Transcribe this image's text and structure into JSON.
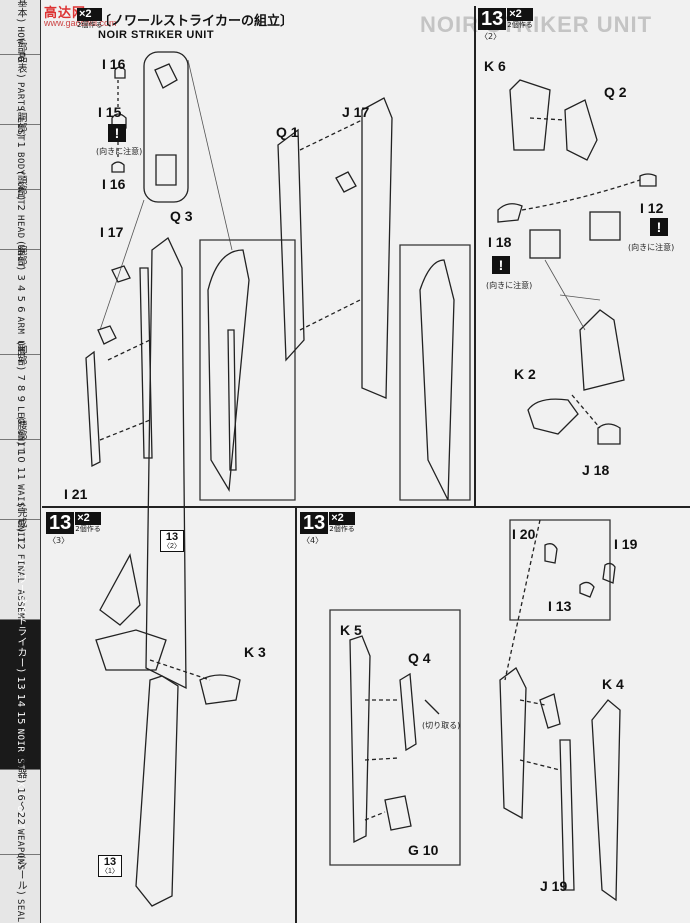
{
  "watermark": {
    "site": "高达网",
    "url": "www.gaoshui.com"
  },
  "header": {
    "step_qty": "×2",
    "step_qty_sub": "2個作る",
    "title_jp": "〔ノワールストライカーの組立〕",
    "title_en": "NOIR STRIKER UNIT",
    "bg_title": "NOIR STRIKER UNIT"
  },
  "tabs": [
    {
      "jp": "(基本)",
      "en": "HOW TO"
    },
    {
      "jp": "(部品表)",
      "en": "PARTS LIST"
    },
    {
      "jp": "(胴部) 1",
      "en": "BODY UNIT"
    },
    {
      "jp": "(頭部) 2",
      "en": "HEAD UNIT"
    },
    {
      "jp": "(腕部) 3 4 5 6",
      "en": "ARM UNIT"
    },
    {
      "jp": "(脚部) 7 8 9",
      "en": "LEG UNIT"
    },
    {
      "jp": "(腰部) 10 11",
      "en": "WAIST UNIT"
    },
    {
      "jp": "(完成) 12",
      "en": "FINAL ASSEMBLE"
    },
    {
      "jp": "(ノワールストライカー) 13 14 15",
      "en": "NOIR STRIKER UNIT"
    },
    {
      "jp": "(武器) 16〜22",
      "en": "WEAPONS"
    },
    {
      "jp": "(シール)",
      "en": "SEAL"
    }
  ],
  "steps": [
    {
      "num": "13",
      "sub": "〈2〉",
      "qty": "×2",
      "qty_sub": "2個作る"
    },
    {
      "num": "13",
      "sub": "〈3〉",
      "qty": "×2",
      "qty_sub": "2個作る"
    },
    {
      "num": "13",
      "sub": "〈4〉",
      "qty": "×2",
      "qty_sub": "2個作る"
    }
  ],
  "notes": {
    "direction": "(向きに注意)",
    "cut": "(切り取る)"
  },
  "part_labels": {
    "p1": "I 16",
    "p2": "I 15",
    "p3": "I 16",
    "p4": "I 17",
    "p5": "Q 3",
    "p6": "I 21",
    "p7": "Q 1",
    "p8": "J 17",
    "p9": "K 6",
    "p10": "Q 2",
    "p11": "I 12",
    "p12": "I 18",
    "p13": "K 2",
    "p14": "J 18",
    "p15": "K 3",
    "p16": "13",
    "p17": "13",
    "p18": "K 5",
    "p19": "Q 4",
    "p20": "G 10",
    "p21": "I 20",
    "p22": "I 19",
    "p23": "I 13",
    "p24": "K 4",
    "p25": "J 19"
  },
  "refs": {
    "r1": "13",
    "r1_sub": "〈2〉",
    "r2": "13",
    "r2_sub": "〈1〉"
  },
  "warn_mark": "!"
}
